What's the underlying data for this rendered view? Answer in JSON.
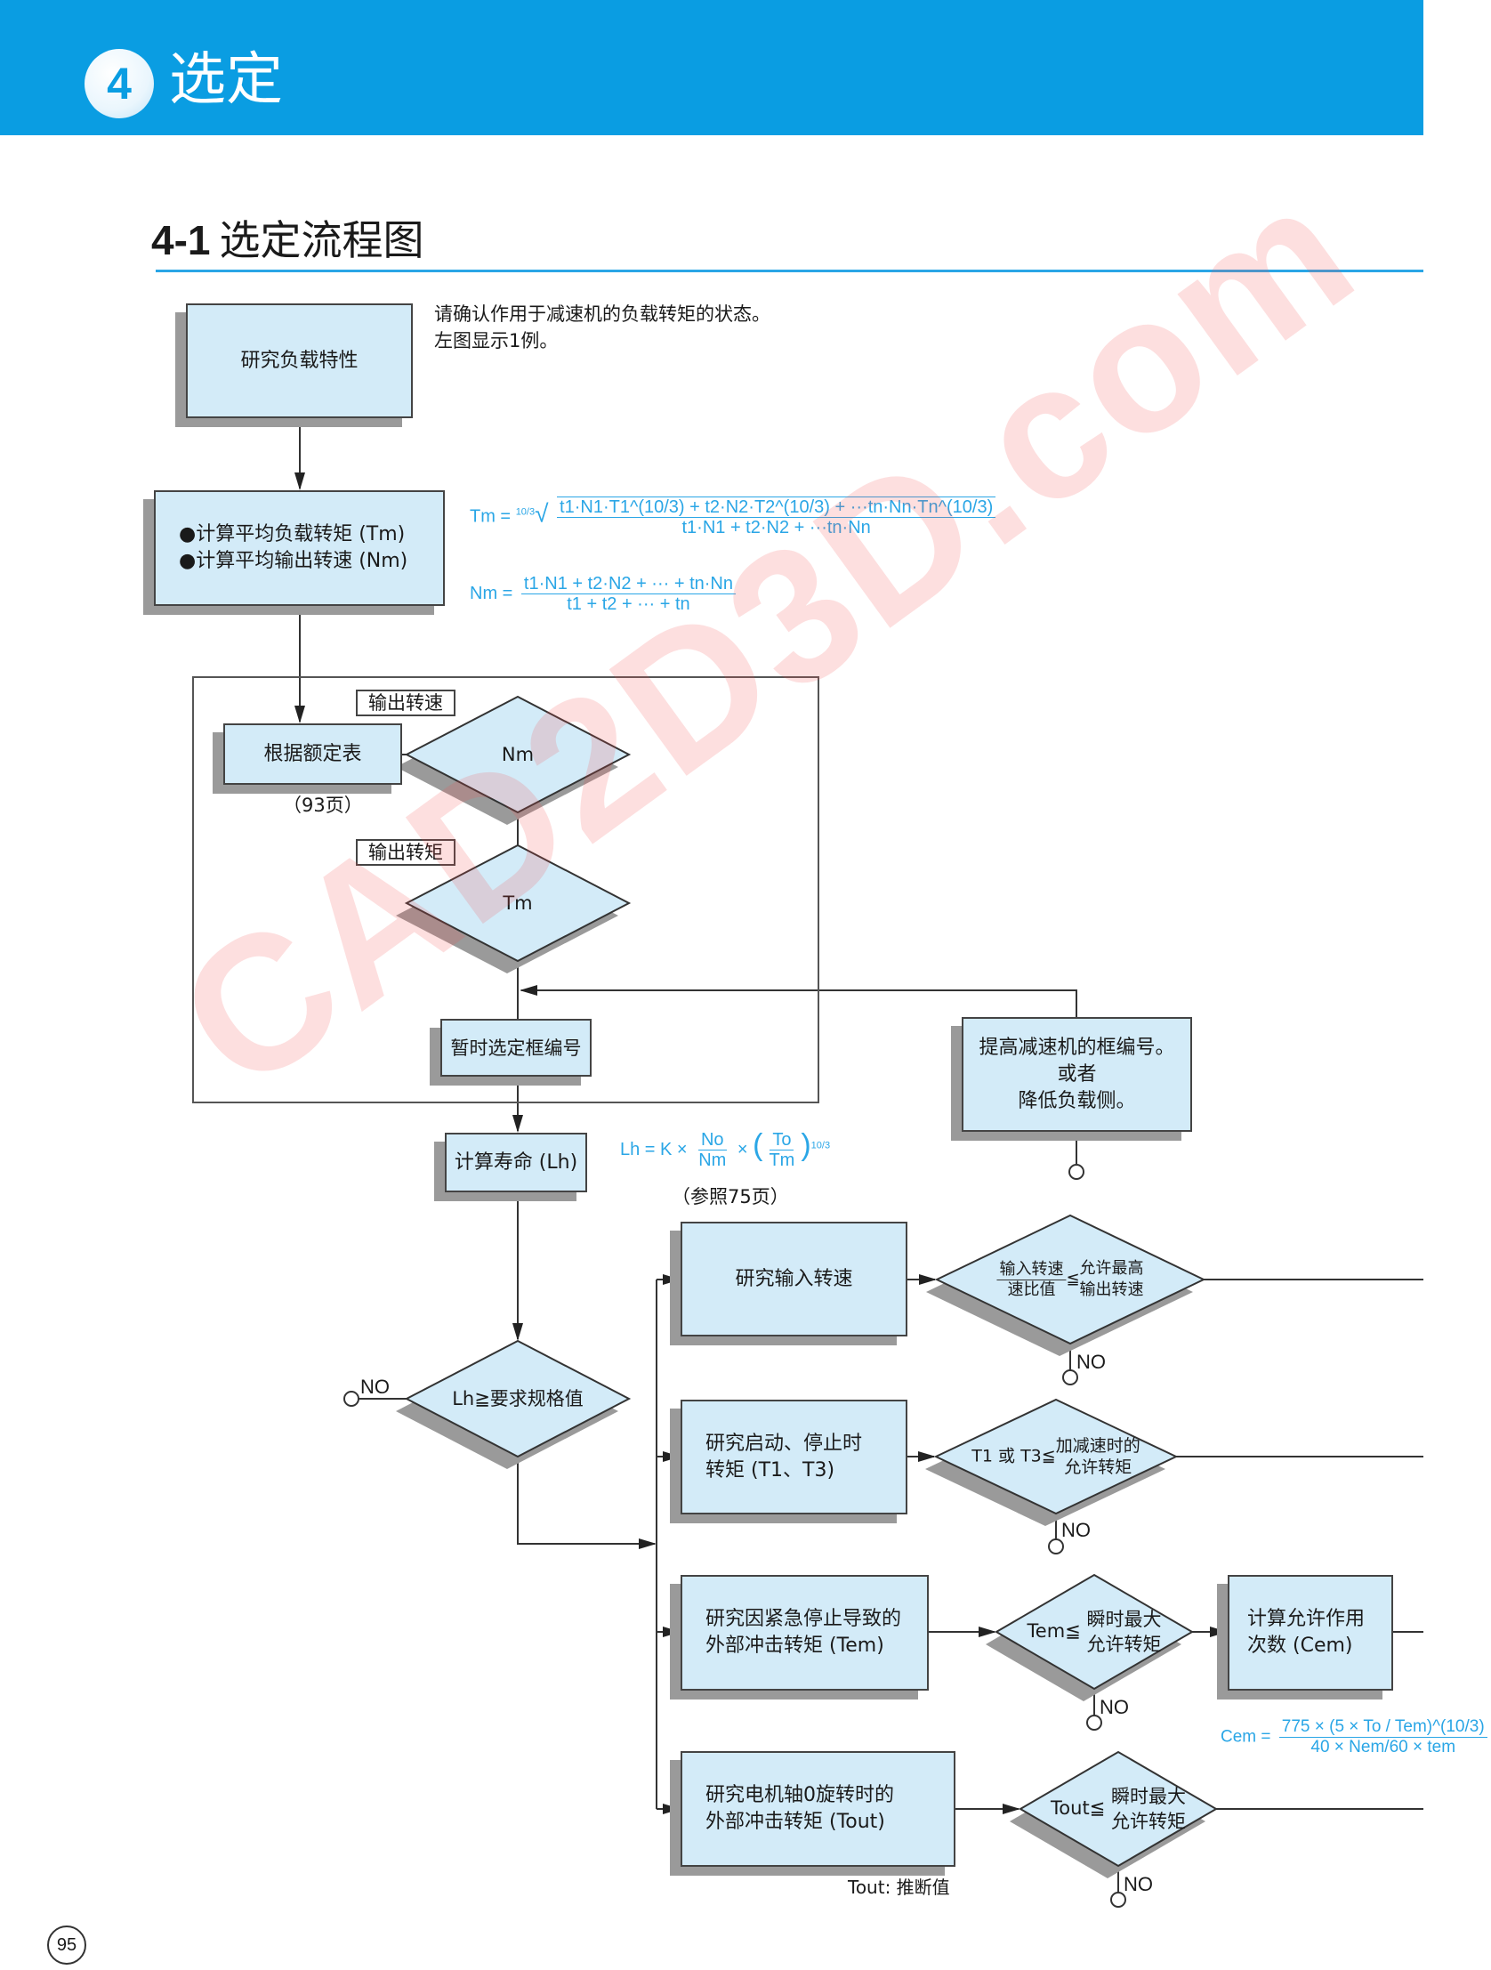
{
  "header": {
    "chapter_number": "4",
    "chapter_title": "选定",
    "accent_color": "#0a9de2"
  },
  "section": {
    "number": "4-1",
    "title": "选定流程图"
  },
  "note": {
    "line1": "请确认作用于减速机的负载转矩的状态。",
    "line2": "左图显示1例。"
  },
  "flow": {
    "study_load": "研究负载特性",
    "calc_avg_torque": "●计算平均负载转矩 (Tm)",
    "calc_avg_speed": "●计算平均输出转速 (Nm)",
    "rating_table": "根据额定表",
    "rating_table_page": "（93页）",
    "tag_output_speed": "输出转速",
    "tag_output_torque": "输出转矩",
    "diamond_nm": "Nm",
    "diamond_tm": "Tm",
    "provisional_frame": "暂时选定框编号",
    "raise_frame_line1": "提高减速机的框编号。",
    "raise_frame_line2": "或者",
    "raise_frame_line3": "降低负载侧。",
    "calc_life": "计算寿命 (Lh)",
    "life_ref_page": "（参照75页）",
    "life_check": "Lh≧要求规格值",
    "no_label": "NO",
    "row1_box": "研究输入转速",
    "row1_cond_num": "输入转速",
    "row1_cond_den": "速比值",
    "row1_cond_rhs1": "允许最高",
    "row1_cond_rhs2": "输出转速",
    "row2_box_line1": "研究启动、停止时",
    "row2_box_line2": "转矩 (T1、T3)",
    "row2_cond_lhs": "T1 或 T3≦",
    "row2_cond_rhs1": "加减速时的",
    "row2_cond_rhs2": "允许转矩",
    "row3_box_line1": "研究因紧急停止导致的",
    "row3_box_line2": "外部冲击转矩 (Tem)",
    "row3_cond_lhs": "Tem≦",
    "row3_cond_rhs1": "瞬时最大",
    "row3_cond_rhs2": "允许转矩",
    "row3_calc_line1": "计算允许作用",
    "row3_calc_line2": "次数 (Cem)",
    "row4_box_line1": "研究电机轴0旋转时的",
    "row4_box_line2": "外部冲击转矩 (Tout)",
    "row4_cond_lhs": "Tout≦",
    "row4_cond_rhs1": "瞬时最大",
    "row4_cond_rhs2": "允许转矩",
    "tout_note": "Tout: 推断值"
  },
  "formulas": {
    "tm_lhs": "Tm =",
    "tm_root_index": "10/3",
    "tm_numerator": "t1·N1·T1^(10/3) + t2·N2·T2^(10/3) + ···tn·Nn·Tn^(10/3)",
    "tm_denominator": "t1·N1 + t2·N2 + ···tn·Nn",
    "nm_lhs": "Nm =",
    "nm_numerator": "t1·N1 + t2·N2 + ··· + tn·Nn",
    "nm_denominator": "t1 + t2 + ··· + tn",
    "lh_lhs": "Lh = K ×",
    "lh_frac1_num": "No",
    "lh_frac1_den": "Nm",
    "lh_times": "×",
    "lh_frac2_num": "To",
    "lh_frac2_den": "Tm",
    "lh_exponent": "10/3",
    "cem_lhs": "Cem =",
    "cem_numerator": "775 × (5 × To / Tem)^(10/3)",
    "cem_denominator": "40 × Nem/60 × tem",
    "color": "#2aa6e6"
  },
  "watermark": "CAD2D3D.com",
  "page_number": "95"
}
